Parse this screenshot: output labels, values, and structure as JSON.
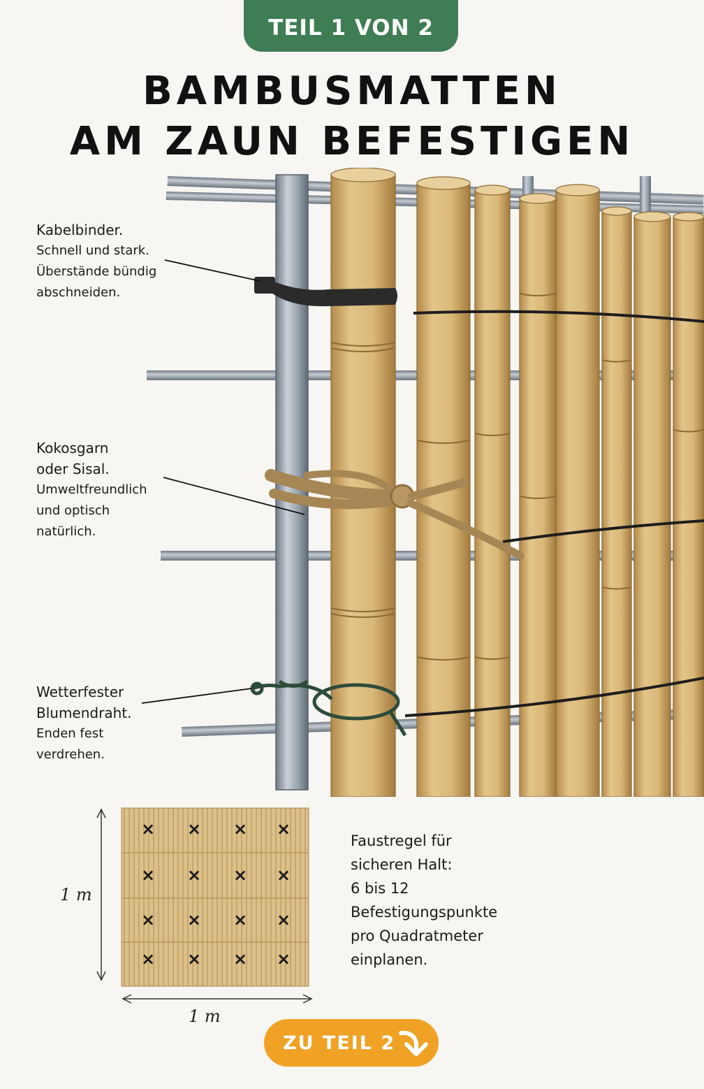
{
  "badge": {
    "label": "TEIL 1 VON 2"
  },
  "title": {
    "line1": "BAMBUSMATTEN",
    "line2": "AM ZAUN BEFESTIGEN"
  },
  "callouts": [
    {
      "heading": "Kabelbinder.",
      "text": [
        "Schnell und stark.",
        "Überstände bündig",
        "abschneiden."
      ]
    },
    {
      "heading": "Kokosgarn",
      "heading2": "oder Sisal.",
      "text": [
        "Umweltfreundlich",
        "und optisch",
        "natürlich."
      ]
    },
    {
      "heading": "Wetterfester",
      "heading2": "Blumendraht.",
      "text": [
        "Enden fest",
        "verdrehen."
      ]
    }
  ],
  "diagram": {
    "height_label": "1 m",
    "width_label": "1 m",
    "marker": "×",
    "grid_rows": 4,
    "grid_cols": 4
  },
  "rule_of_thumb": {
    "lines": [
      "Faustregel für",
      "sicheren Halt:",
      "6 bis 12",
      "Befestigungspunkte",
      "pro Quadratmeter",
      "einplanen."
    ]
  },
  "cta": {
    "label": "ZU TEIL 2",
    "icon": "arrow-down-right-icon"
  },
  "colors": {
    "green": "#3f7d55",
    "orange": "#f0a225",
    "bamboo": "#d9b878"
  }
}
